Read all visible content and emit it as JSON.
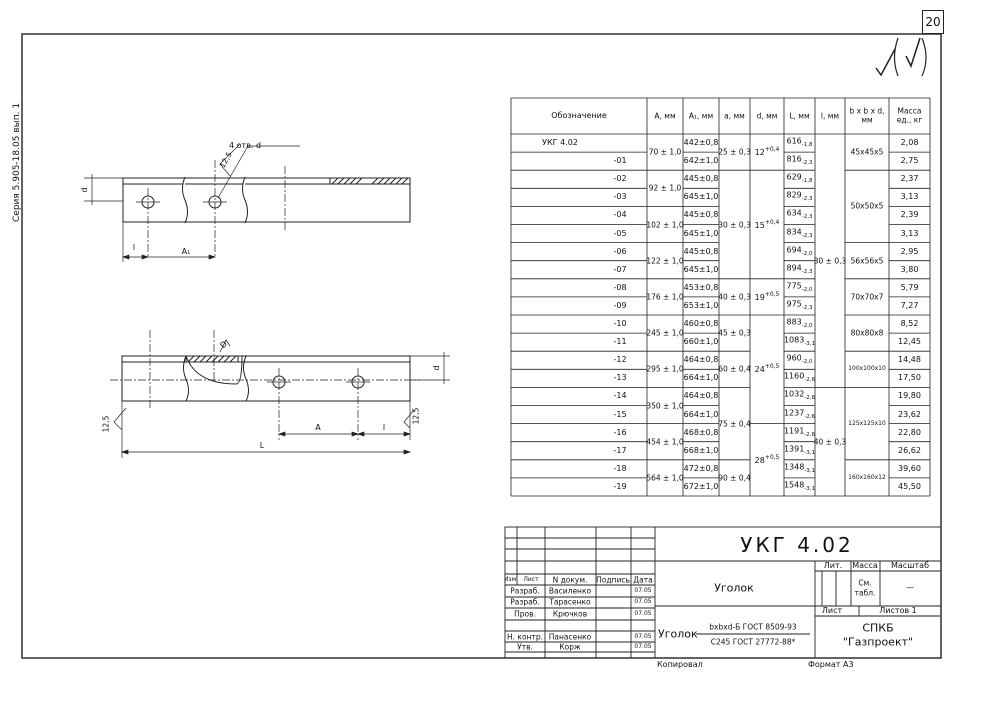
{
  "page_number": "20",
  "series_label": "Серия 5.905-18.05 вып. 1",
  "check_mark": "√(√)",
  "drawing": {
    "hole_label": "4 отв. d",
    "dim_d_top": "d",
    "dim_l_top": "l",
    "dim_A1": "A₁",
    "roughness_top": "12,5",
    "dim_d_bottom": "d",
    "dim_D": "D",
    "roughness_left": "12,5",
    "roughness_right": "12,5",
    "dim_A": "A",
    "dim_l_bottom": "l",
    "dim_L": "L"
  },
  "table": {
    "headers": [
      "Обозначение",
      "A, мм",
      "A₁, мм",
      "a, мм",
      "d, мм",
      "L, мм",
      "l, мм",
      "b x b x d, мм",
      "Масса ед., кг"
    ],
    "designations": [
      "УКГ 4.02",
      "-01",
      "-02",
      "-03",
      "-04",
      "-05",
      "-06",
      "-07",
      "-08",
      "-09",
      "-10",
      "-11",
      "-12",
      "-13",
      "-14",
      "-15",
      "-16",
      "-17",
      "-18",
      "-19"
    ],
    "A_values": [
      "70 ± 1,0",
      "92 ± 1,0",
      "102 ± 1,0",
      "122 ± 1,0",
      "176 ± 1,0",
      "245 ± 1,0",
      "295 ± 1,0",
      "350 ± 1,0",
      "454 ± 1,0",
      "564 ± 1,0"
    ],
    "A1_values": [
      "442±0,8",
      "642±1,0",
      "445±0,8",
      "645±1,0",
      "445±0,8",
      "645±1,0",
      "445±0,8",
      "645±1,0",
      "453±0,8",
      "653±1,0",
      "460±0,8",
      "660±1,0",
      "464±0,8",
      "664±1,0",
      "464±0,8",
      "664±1,0",
      "468±0,8",
      "668±1,0",
      "472±0,8",
      "672±1,0"
    ],
    "a_values": [
      "25 ± 0,3",
      "30 ± 0,3",
      "40 ± 0,3",
      "45 ± 0,3",
      "60 ± 0,4",
      "75 ± 0,4",
      "90 ± 0,4"
    ],
    "d_values": [
      "12",
      "+0,4",
      "15",
      "+0,4",
      "19",
      "+0,5",
      "24",
      "+0,5",
      "28",
      "+0,5"
    ],
    "L_values": [
      "616",
      "-1,8",
      "816",
      "-2,3",
      "629",
      "-1,8",
      "829",
      "-2,3",
      "634",
      "-2,3",
      "834",
      "-2,3",
      "694",
      "-2,0",
      "894",
      "-2,3",
      "775",
      "-2,0",
      "975",
      "-2,3",
      "883",
      "-2,0",
      "1083",
      "-3,1",
      "960",
      "-2,0",
      "1160",
      "-2,6",
      "1032",
      "-2,6",
      "1237",
      "-2,6",
      "1191",
      "-2,6",
      "1391",
      "-3,1",
      "1348",
      "-3,1",
      "1548",
      "-3,1"
    ],
    "l_values": [
      "30 ± 0,3",
      "40 ± 0,3"
    ],
    "bbd_values": [
      "45x45x5",
      "50x50x5",
      "56x56x5",
      "70x70x7",
      "80x80x8",
      "100x100x10",
      "125x125x10",
      "160x160x12"
    ],
    "mass_values": [
      "2,08",
      "2,75",
      "2,37",
      "3,13",
      "2,39",
      "3,13",
      "2,95",
      "3,80",
      "5,79",
      "7,27",
      "8,52",
      "12,45",
      "14,48",
      "17,50",
      "19,80",
      "23,62",
      "22,80",
      "26,62",
      "39,60",
      "45,50"
    ]
  },
  "title_block": {
    "code": "УКГ  4.02",
    "name": "Уголок",
    "lit_header": "Лит.",
    "mass_header": "Масса",
    "scale_header": "Масштаб",
    "mass_value": "См. табл.",
    "scale_value": "—",
    "sheet_label": "Лист",
    "sheets_label": "Листов  1",
    "col_izm": "Изм.",
    "col_list": "Лист",
    "col_ndoc": "N докум.",
    "col_sign": "Подпись",
    "col_date": "Дата",
    "roles": [
      "Разраб.",
      "Разраб.",
      "Пров.",
      "",
      "Н. контр.",
      "Утв."
    ],
    "names": [
      "Василенко",
      "Тарасенко",
      "Крючков",
      "",
      "Панасенко",
      "Корж"
    ],
    "dates": [
      "07.05",
      "07.05",
      "07.05",
      "",
      "07.05",
      "07.05"
    ],
    "material_label": "Уголок",
    "material_top": "bxbxd-Б ГОСТ 8509-93",
    "material_bottom": "С245 ГОСТ 27772-88*",
    "org_1": "СПКБ",
    "org_2": "\"Газпроект\"",
    "copied": "Копировал",
    "format": "Формат  А3"
  }
}
